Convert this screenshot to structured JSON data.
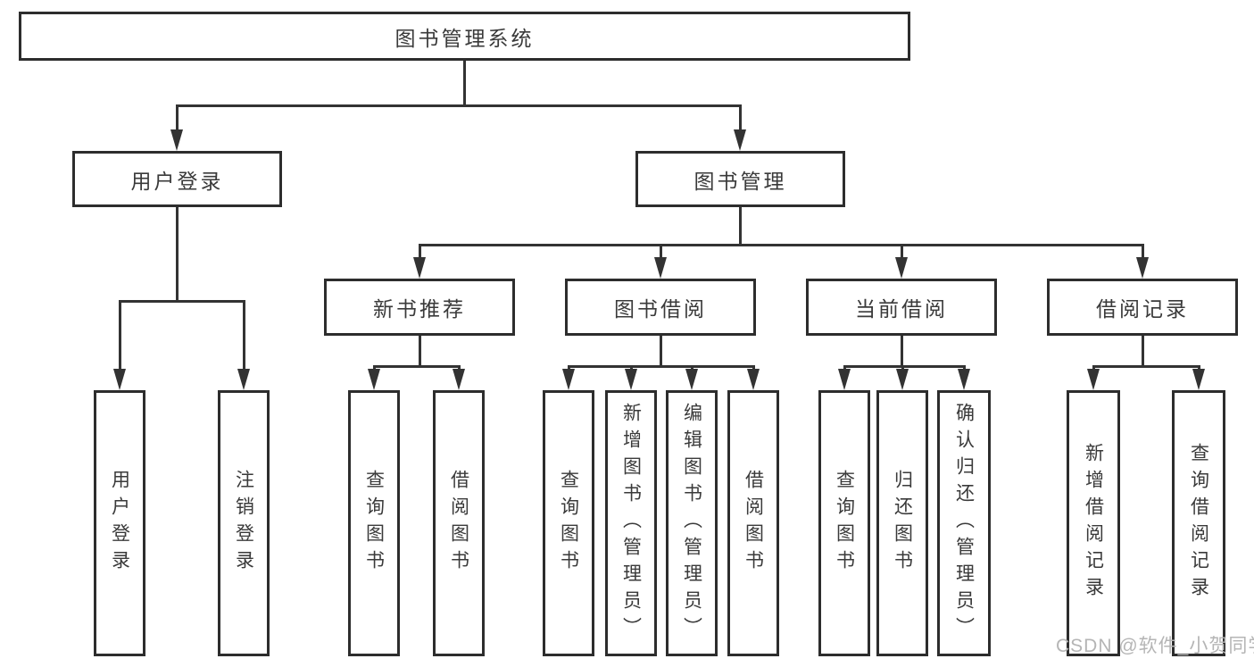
{
  "colors": {
    "line": "#333333",
    "border": "#2d2d2d",
    "text": "#3a3a3a",
    "box_bg": "#ffffff",
    "background": "#ffffff",
    "watermark": "#b5b5b5"
  },
  "diagram": {
    "type": "hierarchy-tree",
    "root": {
      "label": "图书管理系统"
    },
    "level2": [
      {
        "label": "用户登录"
      },
      {
        "label": "图书管理"
      }
    ],
    "level3": [
      {
        "label": "新书推荐"
      },
      {
        "label": "图书借阅"
      },
      {
        "label": "当前借阅"
      },
      {
        "label": "借阅记录"
      }
    ],
    "leaves": {
      "user_login": [
        "用户登录",
        "注销登录"
      ],
      "new_book_recommend": [
        "查询图书",
        "借阅图书"
      ],
      "book_borrowing": [
        "查询图书",
        "新增图书（管理员）",
        "编辑图书（管理员）",
        "借阅图书"
      ],
      "current_borrowing": [
        "查询图书",
        "归还图书",
        "确认归还（管理员）"
      ],
      "borrowing_records": [
        "新增借阅记录",
        "查询借阅记录"
      ]
    }
  },
  "watermark": {
    "text": "CSDN @软件_小贺同学"
  }
}
